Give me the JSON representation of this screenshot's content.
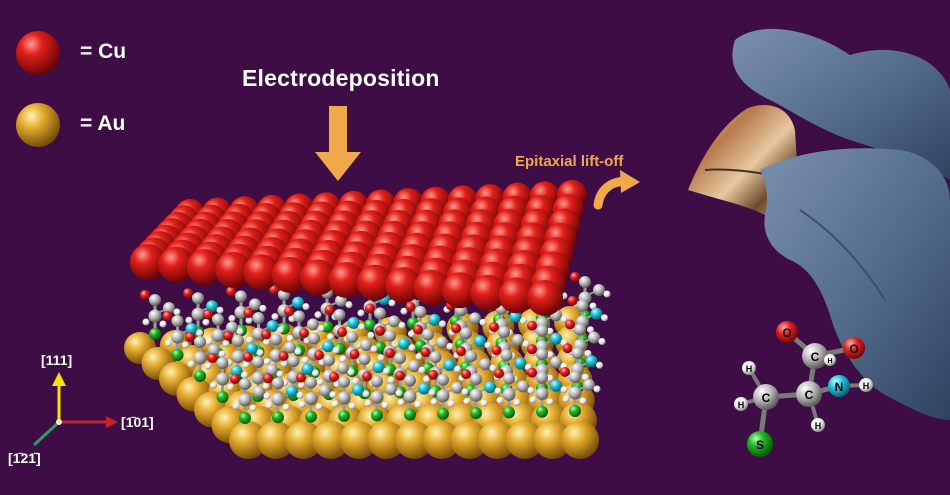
{
  "legend": [
    {
      "symbol": "=",
      "element": "Cu",
      "color": "#d61616"
    },
    {
      "symbol": "=",
      "element": "Au",
      "color": "#e1a52b"
    }
  ],
  "title": "Electrodeposition",
  "lift_off_label": "Epitaxial lift-off",
  "axes": {
    "up": "[111]",
    "right": "[1̄01]",
    "diag": "[1̄21̄]"
  },
  "molecule_atoms": {
    "c1": "C",
    "c2": "C",
    "c3": "C",
    "o1": "O",
    "o2": "O",
    "n": "N",
    "s": "S",
    "h1": "H",
    "h2": "H",
    "h3": "H",
    "h4": "H",
    "h5": "H"
  },
  "colors": {
    "background": "#3e0d45",
    "copper": "#d61616",
    "gold": "#e1a52b",
    "sulfur": "#2fc02f",
    "nitrogen": "#22c3d6",
    "oxygen": "#e21e1e",
    "carbon": "#c9c9c9",
    "arrow": "#f0a94a",
    "glove": "#5b7494"
  }
}
